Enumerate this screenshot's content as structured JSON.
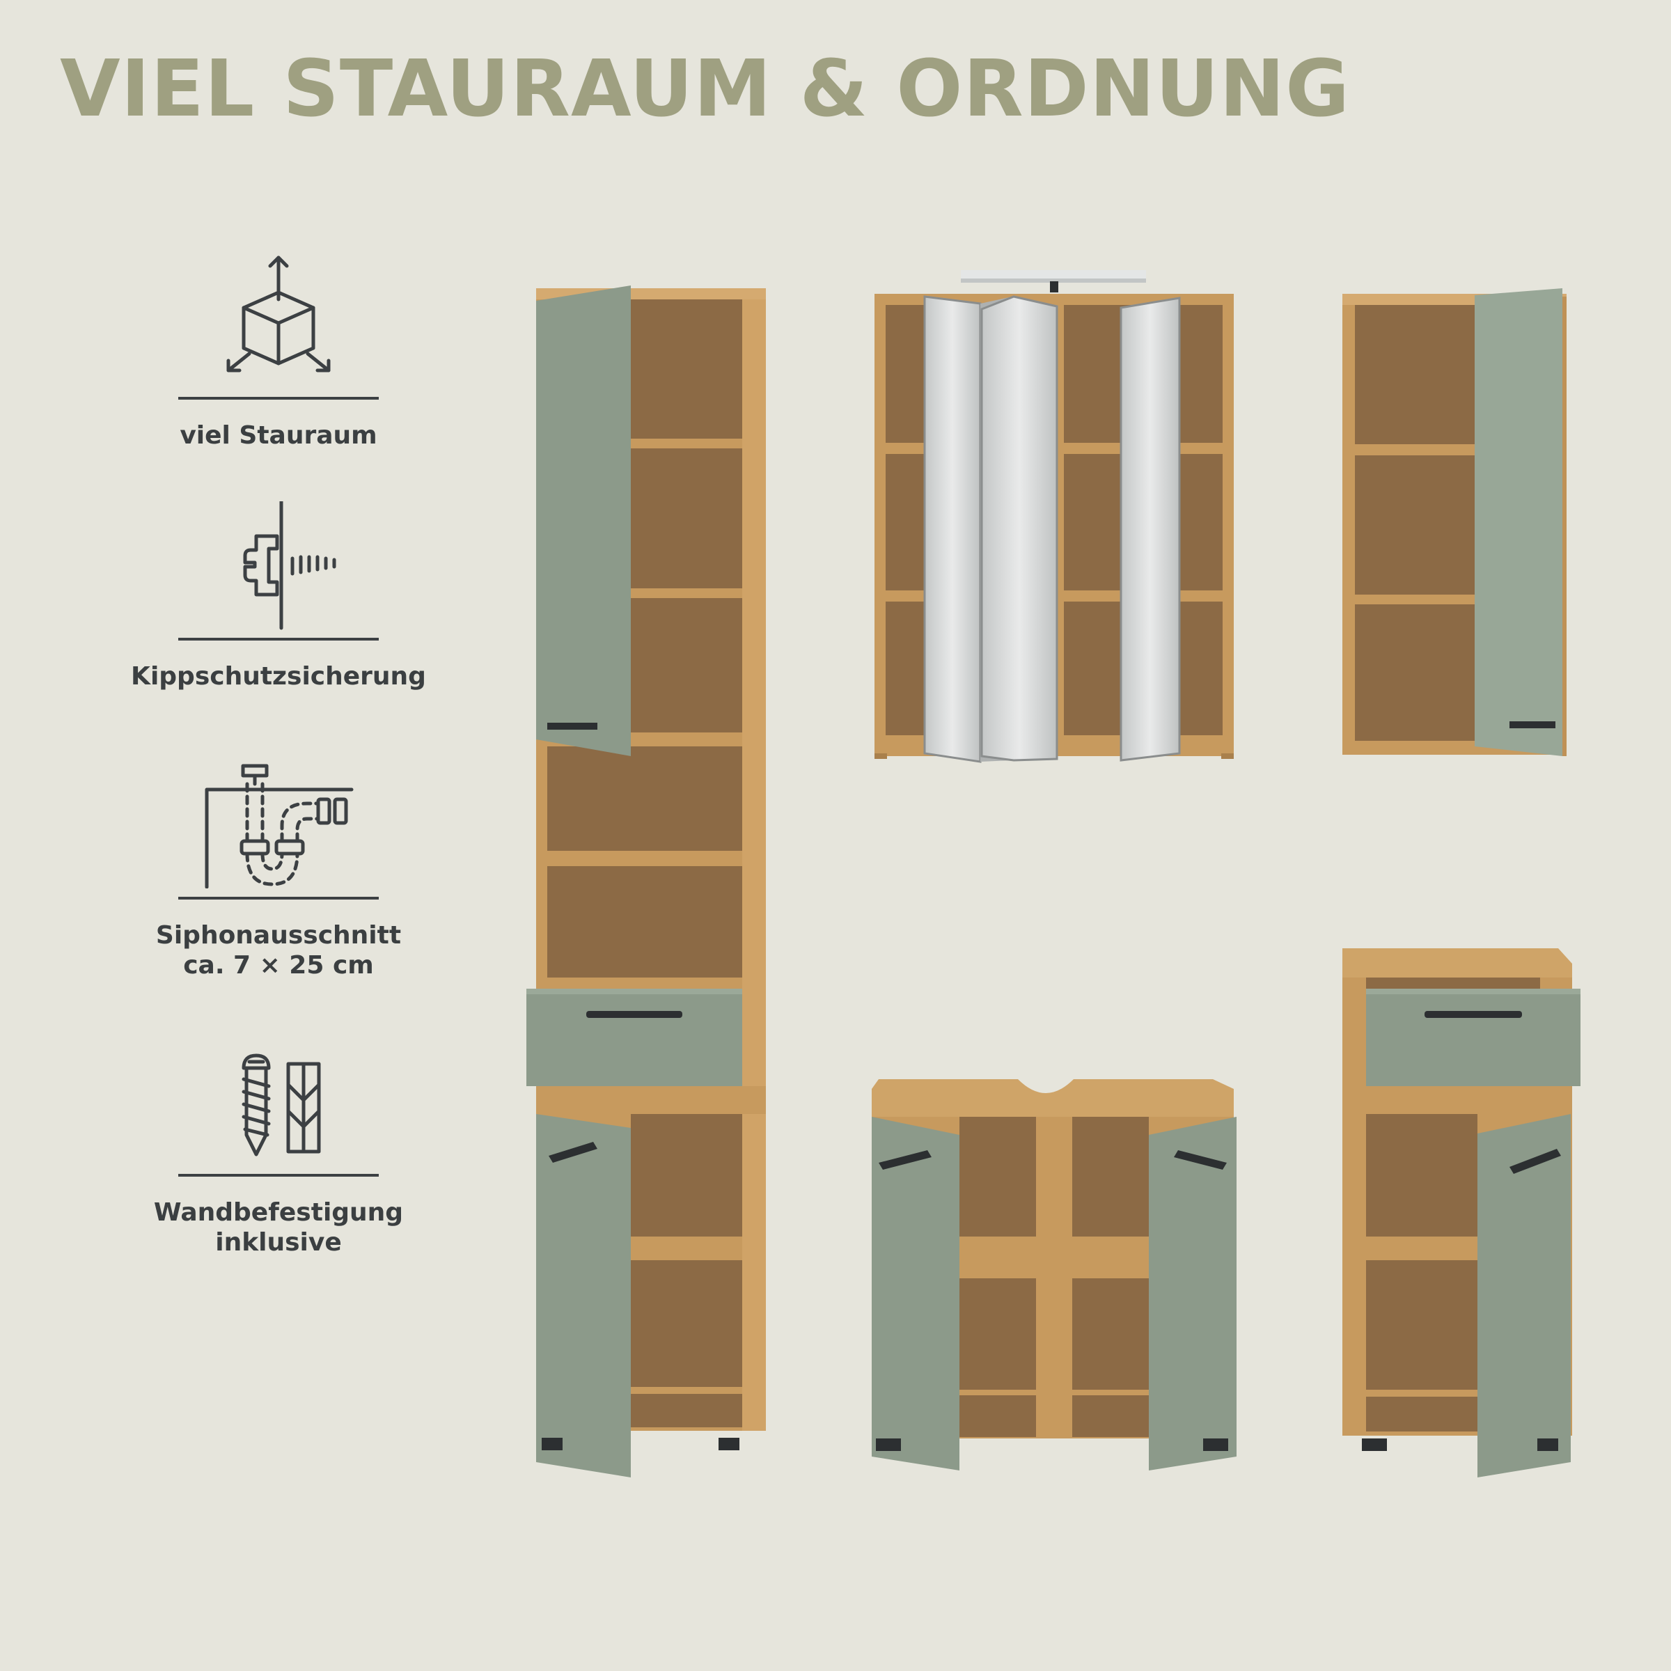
{
  "headline": "VIEL STAURAUM & ORDNUNG",
  "features": [
    {
      "icon": "box-dimensions-icon",
      "lines": [
        "viel Stauraum"
      ]
    },
    {
      "icon": "anti-tip-bracket-icon",
      "lines": [
        "Kippschutzsicherung"
      ]
    },
    {
      "icon": "siphon-pipe-icon",
      "lines": [
        "Siphonausschnitt",
        "ca. 7 × 25 cm"
      ]
    },
    {
      "icon": "screw-and-dowel-icon",
      "lines": [
        "Wandbefestigung",
        "inklusive"
      ]
    }
  ],
  "colors": {
    "background": "#e6e5dc",
    "headline": "#9fa081",
    "icon_line": "#3c4043",
    "oak_light": "#c79a5e",
    "oak_interior": "#8c6a45",
    "sage_front": "#8c9a8a",
    "mirror": "#d2d4d4",
    "handle": "#2c2f31"
  }
}
